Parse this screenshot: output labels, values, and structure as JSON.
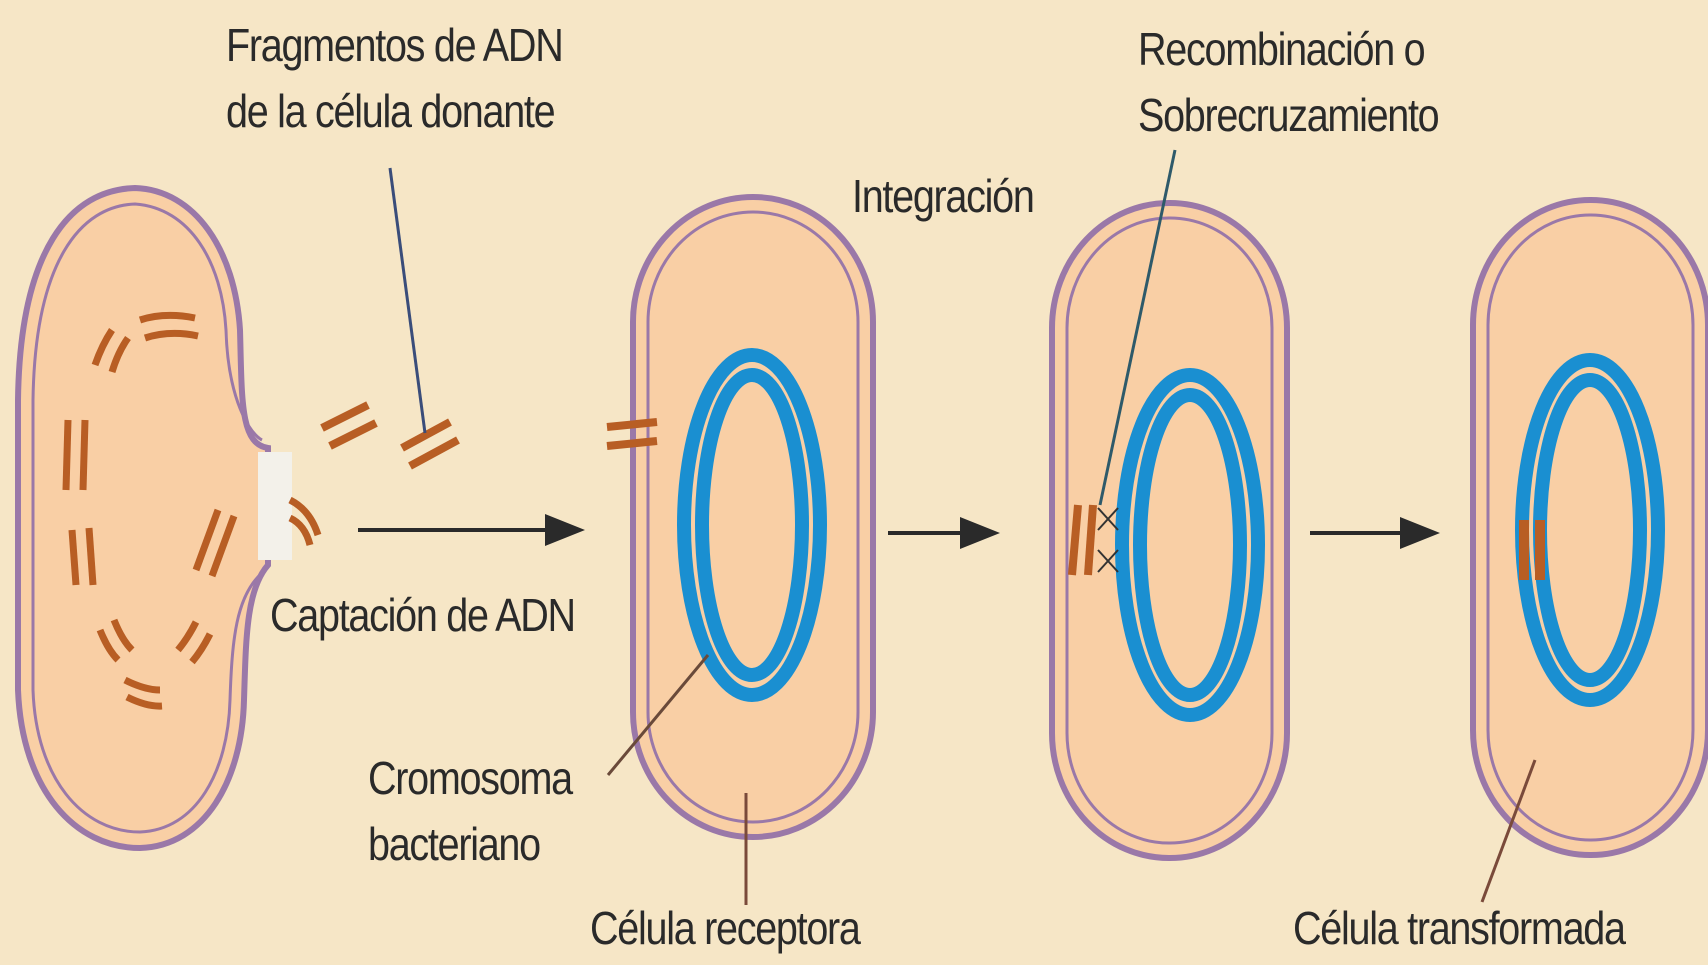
{
  "labels": {
    "fragments": [
      "Fragmentos de ADN",
      "de la célula donante"
    ],
    "uptake": "Captación de ADN",
    "chromosome": [
      "Cromosoma",
      "bacteriano"
    ],
    "recipient_cell": "Célula receptora",
    "integration": "Integración",
    "recombination": [
      "Recombinación o",
      "Sobrecruzamiento"
    ],
    "transformed_cell": "Célula transformada"
  },
  "colors": {
    "background": "#f6e6c6",
    "cell_fill": "#f9cfa5",
    "membrane": "#9a78a8",
    "chromosome": "#1a8fd1",
    "donor_dna": "#b85e24",
    "arrow": "#2a2a2a"
  }
}
